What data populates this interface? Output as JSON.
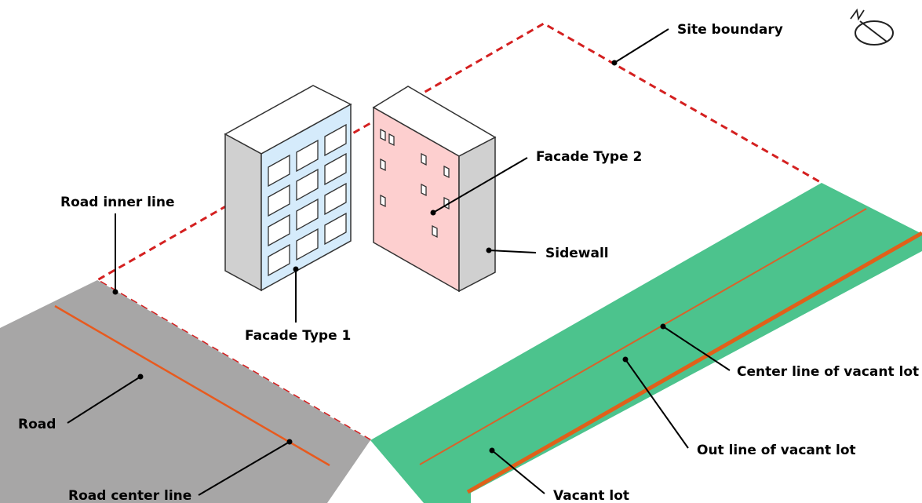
{
  "labels": {
    "site_boundary": "Site boundary",
    "facade_type_2": "Facade Type 2",
    "road_inner_line": "Road inner line",
    "sidewall": "Sidewall",
    "facade_type_1": "Facade Type 1",
    "center_line_vacant": "Center line of vacant lot",
    "road": "Road",
    "out_line_vacant": "Out line of vacant lot",
    "road_center_line": "Road center line",
    "vacant_lot": "Vacant lot"
  },
  "compass": {
    "icon": "north-arrow-icon",
    "letter": "N"
  },
  "colors": {
    "site_boundary": "#d42020",
    "road": "#a7a6a6",
    "road_center_line": "#e85a1e",
    "vacant_lot": "#4cc38d",
    "vacant_center_line": "#d9622a",
    "vacant_out_line": "#e0601a",
    "facade_type_1": "#d5ebfb",
    "facade_type_2": "#fdcfcf",
    "sidewall": "#d0d0d0",
    "roof": "#ffffff",
    "outline": "#333333"
  }
}
